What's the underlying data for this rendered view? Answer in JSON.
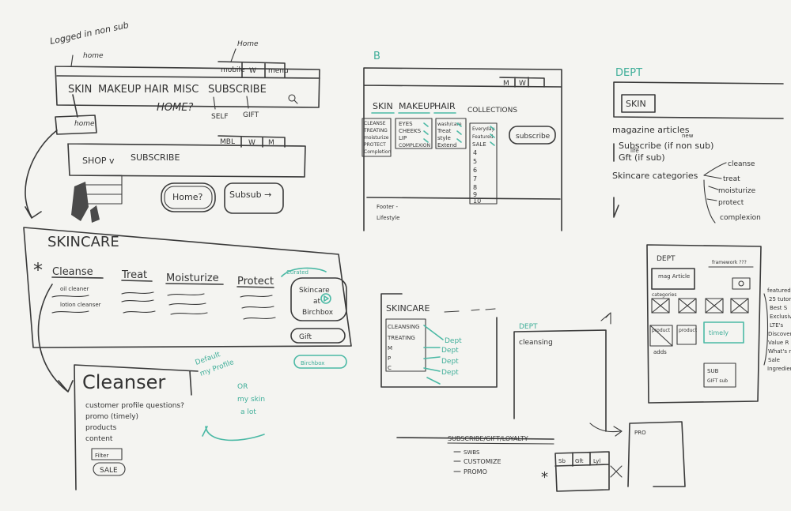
{
  "sketch_tl": {
    "note_logged": "Logged in non sub",
    "note_home": "home",
    "note_home2": "Home",
    "util_mobile": "mobile",
    "util_w": "W",
    "util_menu": "menu",
    "nav": [
      "SKIN",
      "MAKEUP",
      "HAIR",
      "MISC",
      "SUBSCRIBE"
    ],
    "home_q": "HOME?",
    "self": "SELF",
    "gift": "GIFT",
    "small_home": "home",
    "util2_mobile": "MBL",
    "util2_w": "W",
    "util2_m": "M",
    "nav2_shop": "SHOP v",
    "nav2_subscribe": "SUBSCRIBE",
    "btn_home": "Home?",
    "btn_sub": "Subsub →"
  },
  "sketch_tm": {
    "label_b": "B",
    "util_m": "M",
    "util_w": "W",
    "nav": [
      "SKIN",
      "MAKEUP",
      "HAIR"
    ],
    "collections": "COLLECTIONS",
    "skin_col": [
      "CLEANSE",
      "TREATING",
      "moisturize",
      "PROTECT",
      "Completion"
    ],
    "makeup_col": [
      "EYES",
      "CHEEKS",
      "LIP",
      "COMPLEXION"
    ],
    "hair_col": [
      "wash/care",
      "Treat",
      "style",
      "Extend"
    ],
    "coll_list": [
      "Everyday",
      "Featured",
      "SALE",
      "4",
      "5",
      "6",
      "7",
      "8",
      "9",
      "10"
    ],
    "subscribe": "subscribe",
    "footer": [
      "Footer -",
      "Lifestyle"
    ]
  },
  "sketch_tr": {
    "dept": "DEPT",
    "skin": "SKIN",
    "items": [
      "magazine articles",
      "Subscribe (if non sub)",
      "Gft (if sub)",
      "Skincare categories"
    ],
    "ann_new": "new",
    "ann_life": "life",
    "categories": [
      "cleanse",
      "treat",
      "moisturize",
      "protect",
      "complexion"
    ]
  },
  "sketch_ml": {
    "title": "SKINCARE",
    "star": "*",
    "cats": [
      "Cleanse",
      "Treat",
      "Moisturize",
      "Protect"
    ],
    "cleanse_items": [
      "oil cleaner",
      "lotion cleanser"
    ],
    "box_text": [
      "Skincare",
      "at",
      "Birchbox"
    ],
    "teal_label": "Curated",
    "gift": "Gift",
    "teal_btn": "Birchbox"
  },
  "sketch_bl": {
    "title": "Cleanser",
    "items": [
      "customer profile questions?",
      "promo (timely)",
      "products",
      "content"
    ],
    "btn1": "Filter",
    "btn2": "SALE",
    "teal_note1": "Default",
    "teal_note2": "my Profile",
    "teal_note3": "OR",
    "teal_note4": "my skin",
    "teal_note5": "a lot"
  },
  "sketch_mid": {
    "title": "SKINCARE",
    "items": [
      "CLEANSING",
      "TREATING",
      "M",
      "P",
      "C"
    ],
    "dept_labels": [
      "Dept",
      "Dept",
      "Dept",
      "Dept"
    ],
    "dept_title": "DEPT",
    "cleansing": "cleansing"
  },
  "sketch_br": {
    "dept": "DEPT",
    "framework": "framework ???",
    "mag": "mag Article",
    "categories": "categories",
    "product": "product",
    "timely": "timely",
    "adds": "adds",
    "sub_gift": [
      "SUB",
      "GIFT sub"
    ],
    "side_list": [
      "featured",
      "25 tutor",
      "Best S",
      "Exclusiv",
      "LTE's",
      "Discover",
      "Value R",
      "What's new",
      "Sale",
      "Ingredient"
    ],
    "pro": "PRO"
  },
  "sketch_bm": {
    "header": "SUBSCRIBE/GIFT/LOYALTY",
    "items": [
      "SWBS",
      "CUSTOMIZE",
      "PROMO"
    ],
    "tabs": [
      "Sb",
      "Gft",
      "Lyl"
    ],
    "star": "*"
  }
}
